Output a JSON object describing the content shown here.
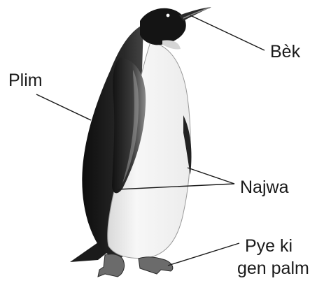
{
  "diagram": {
    "labels": {
      "beak": "Bèk",
      "feather": "Plim",
      "wing": "Najwa",
      "feet_line1": "Pye ki",
      "feet_line2": "gen palm"
    },
    "colors": {
      "background": "#ffffff",
      "penguin_dark": "#1b1b1b",
      "penguin_mid": "#3a3a3a",
      "penguin_light": "#e9e9e9",
      "feet": "#6b6b6b",
      "leader_line": "#1a1a1a"
    }
  }
}
